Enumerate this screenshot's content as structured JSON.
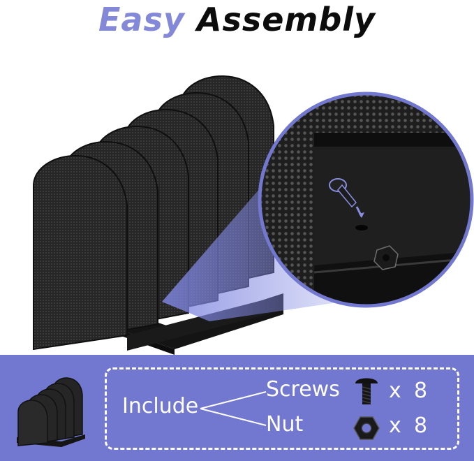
{
  "header": {
    "title_part1": "Easy",
    "title_part2": "Assembly"
  },
  "colors": {
    "accent": "#7278cf",
    "title_accent": "#8389d8",
    "product": "#1b1b1b"
  },
  "included": {
    "label": "Include",
    "items": [
      {
        "name": "Screws",
        "icon": "screw-icon",
        "multiplier": "x",
        "quantity": "8"
      },
      {
        "name": "Nut",
        "icon": "hex-nut-icon",
        "multiplier": "x",
        "quantity": "8"
      }
    ]
  }
}
